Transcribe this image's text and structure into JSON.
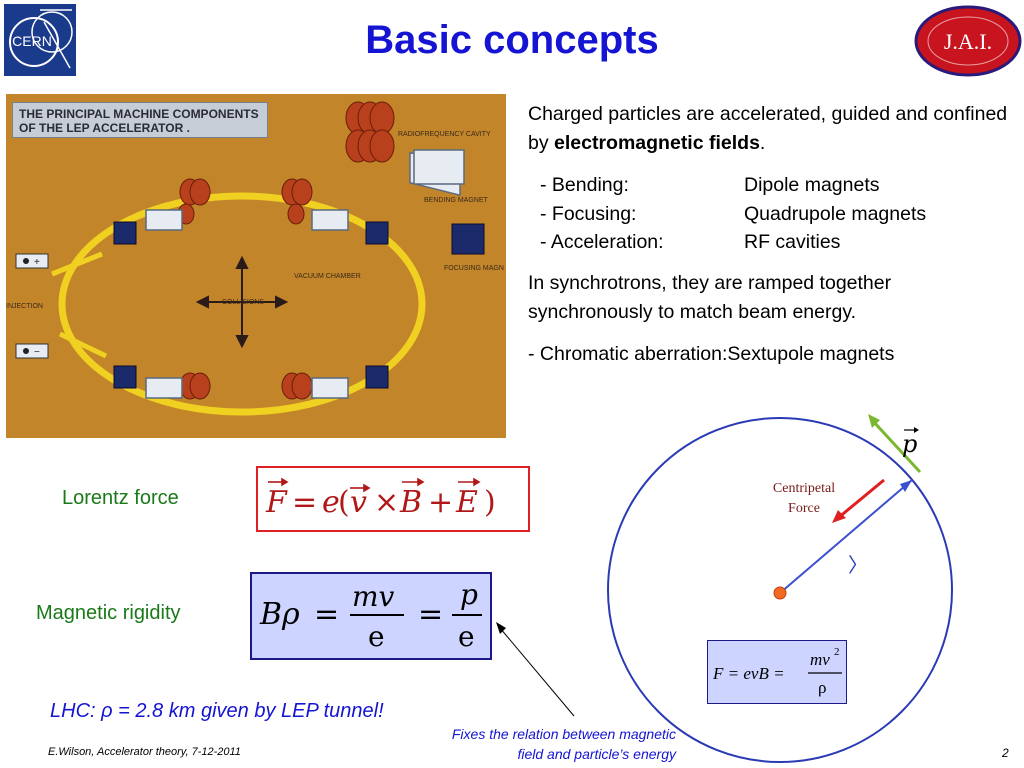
{
  "slide": {
    "title": "Basic concepts",
    "logos": {
      "left": "CERN",
      "right": "J.A.I."
    }
  },
  "photo": {
    "caption_line1": "THE PRINCIPAL MACHINE COMPONENTS",
    "caption_line2": "OF THE LEP ACCELERATOR .",
    "labels": {
      "rf": "RADIOFREQUENCY CAVITY",
      "bending": "BENDING MAGNET",
      "vacuum": "VACUUM CHAMBER",
      "focusing": "FOCUSING MAGN",
      "collisions": "COLLISIONS",
      "injection": "INJECTION"
    }
  },
  "text": {
    "intro_pre": "Charged particles are accelerated, guided and confined by ",
    "intro_bold": "electromagnetic fields",
    "intro_post": ".",
    "rows": [
      {
        "label": "- Bending:",
        "value": "Dipole magnets"
      },
      {
        "label": "- Focusing:",
        "value": "Quadrupole magnets"
      },
      {
        "label": "- Acceleration:",
        "value": "RF cavities"
      }
    ],
    "sync_line1": "In synchrotrons, they are ramped together",
    "sync_line2": "synchronously to match beam energy.",
    "chromatic": "- Chromatic aberration:Sextupole magnets"
  },
  "equations": {
    "lorentz_label": "Lorentz force",
    "rigidity_label": "Magnetic rigidity"
  },
  "diagram": {
    "centripetal_line1": "Centripetal",
    "centripetal_line2": "Force",
    "momentum_symbol": "p",
    "angle_symbol": "〉",
    "formula_lhs": "F = evB =",
    "formula_num": "mv",
    "formula_exp": "2",
    "formula_den": "ρ"
  },
  "notes": {
    "lhc": "LHC: ρ = 2.8 km given by LEP tunnel!",
    "fixes_line1": "Fixes the relation between magnetic",
    "fixes_line2": "field and particle’s energy"
  },
  "footer": {
    "left": "E.Wilson, Accelerator theory, 7-12-2011",
    "page": "2"
  },
  "colors": {
    "title": "#1414d2",
    "labels_green": "#1a7a1a",
    "lorentz_border": "#e02020",
    "rigidity_fill": "#ccd4ff",
    "circle": "#2a3ab4",
    "radius": "#3a50d0",
    "centripetal_arrow": "#e02020",
    "momentum_arrow": "#7ab830",
    "center_dot": "#f06a20"
  }
}
